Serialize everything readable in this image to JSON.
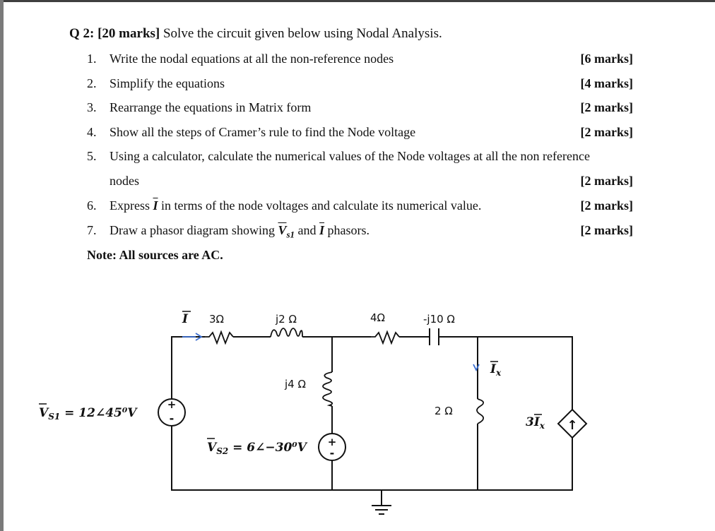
{
  "question": {
    "label": "Q 2: [20 marks]",
    "text": "Solve the circuit given below using Nodal Analysis."
  },
  "items": [
    {
      "num": "1.",
      "text": "Write the nodal equations at all the non-reference nodes",
      "marks": "[6 marks]"
    },
    {
      "num": "2.",
      "text": "Simplify the equations",
      "marks": "[4 marks]"
    },
    {
      "num": "3.",
      "text": "Rearrange the equations in Matrix form",
      "marks": "[2 marks]"
    },
    {
      "num": "4.",
      "text": "Show all the steps of Cramer’s rule to find the Node voltage",
      "marks": "[2 marks]"
    },
    {
      "num": "5.",
      "text": "Using a calculator, calculate the numerical values of the Node voltages at all the non reference",
      "cont": "nodes",
      "marks": "[2 marks]"
    },
    {
      "num": "6.",
      "pre": "Express ",
      "sym": "I",
      "post": "  in terms of the node voltages and calculate its numerical value.",
      "marks": "[2 marks]"
    },
    {
      "num": "7.",
      "pre": "Draw a phasor diagram showing ",
      "sym1": "V",
      "sub1": "s1",
      "mid": " and ",
      "sym2": "I",
      "post": " phasors.",
      "marks": "[2 marks]"
    }
  ],
  "note": "Note: All sources are AC.",
  "circuit": {
    "current_label": "I",
    "r1": "3Ω",
    "l1": "j2 Ω",
    "r2": "4Ω",
    "c1": "-j10 Ω",
    "l2": "j4 Ω",
    "r3": "2 Ω",
    "ix_label": "I",
    "ix_sub": "x",
    "dep_label": "3I",
    "dep_sub": "x",
    "vs1_label": "V",
    "vs1_sub": "S1",
    "vs1_value": " = 12∠45⁰V",
    "vs2_label": "V",
    "vs2_sub": "S2",
    "vs2_value": " = 6∠−30⁰V",
    "plus": "+",
    "minus": "-",
    "arrow_up": "↑"
  }
}
